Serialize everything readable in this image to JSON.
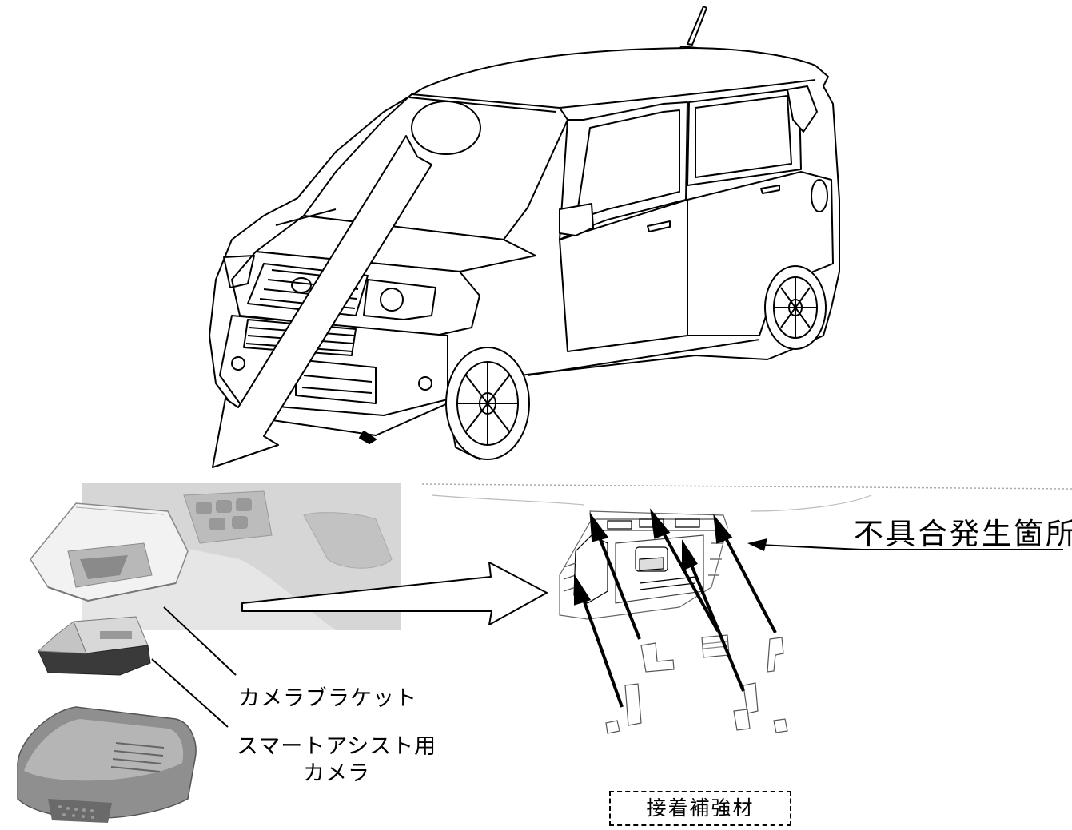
{
  "labels": {
    "camera_bracket": "カメラブラケット",
    "smart_assist_camera_line1": "スマートアシスト用",
    "smart_assist_camera_line2": "カメラ",
    "defect_location": "不具合発生箇所",
    "adhesive_reinforcement": "接着補強材"
  },
  "icons": {
    "vehicle": "kei-car-illustration",
    "bracket": "camera-bracket-illustration",
    "camera_body": "camera-unit-illustration",
    "camera_cover": "camera-cover-illustration",
    "detail": "bracket-closeup-illustration"
  },
  "colors": {
    "line": "#000000",
    "gray_part": "#9a9a9a",
    "light_gray": "#d9d9d9",
    "dark_part": "#3a3a3a"
  }
}
